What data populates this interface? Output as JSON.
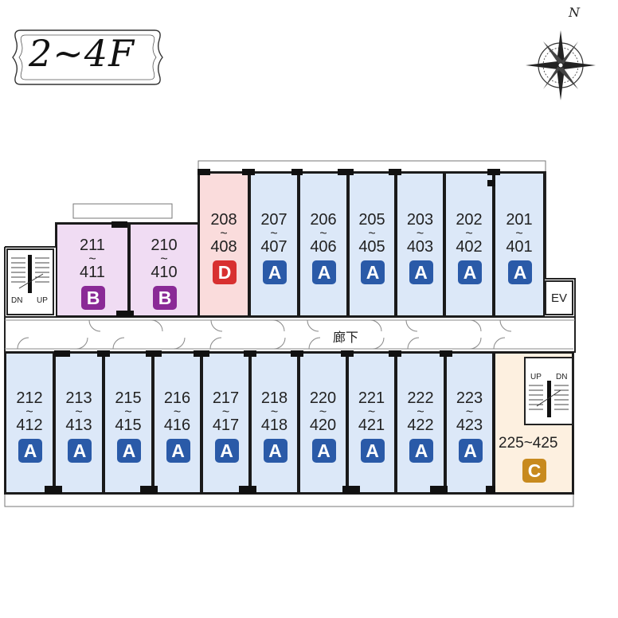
{
  "floor_title": "2~4F",
  "compass": {
    "north_label": "N"
  },
  "corridor_label": "廊下",
  "ev_label": "EV",
  "stairs_left": {
    "dn": "DN",
    "up": "UP"
  },
  "stairs_right": {
    "up": "UP",
    "dn": "DN"
  },
  "colors": {
    "type_A_fill": "#dce8f8",
    "type_A_badge": "#2a5aa8",
    "type_B_fill": "#f0dcf3",
    "type_B_badge": "#8a2a96",
    "type_C_fill": "#fdf0e0",
    "type_C_badge": "#c88a1e",
    "type_D_fill": "#fadcdc",
    "type_D_badge": "#d83030"
  },
  "rooms_top": [
    {
      "top": "211",
      "bottom": "411",
      "type": "B"
    },
    {
      "top": "210",
      "bottom": "410",
      "type": "B"
    },
    {
      "top": "208",
      "bottom": "408",
      "type": "D"
    },
    {
      "top": "207",
      "bottom": "407",
      "type": "A"
    },
    {
      "top": "206",
      "bottom": "406",
      "type": "A"
    },
    {
      "top": "205",
      "bottom": "405",
      "type": "A"
    },
    {
      "top": "203",
      "bottom": "403",
      "type": "A"
    },
    {
      "top": "202",
      "bottom": "402",
      "type": "A"
    },
    {
      "top": "201",
      "bottom": "401",
      "type": "A"
    }
  ],
  "rooms_bottom": [
    {
      "top": "212",
      "bottom": "412",
      "type": "A"
    },
    {
      "top": "213",
      "bottom": "413",
      "type": "A"
    },
    {
      "top": "215",
      "bottom": "415",
      "type": "A"
    },
    {
      "top": "216",
      "bottom": "416",
      "type": "A"
    },
    {
      "top": "217",
      "bottom": "417",
      "type": "A"
    },
    {
      "top": "218",
      "bottom": "418",
      "type": "A"
    },
    {
      "top": "220",
      "bottom": "420",
      "type": "A"
    },
    {
      "top": "221",
      "bottom": "421",
      "type": "A"
    },
    {
      "top": "222",
      "bottom": "422",
      "type": "A"
    },
    {
      "top": "223",
      "bottom": "423",
      "type": "A"
    }
  ],
  "room_c": {
    "label": "225~425",
    "type": "C"
  },
  "tilde": "~"
}
